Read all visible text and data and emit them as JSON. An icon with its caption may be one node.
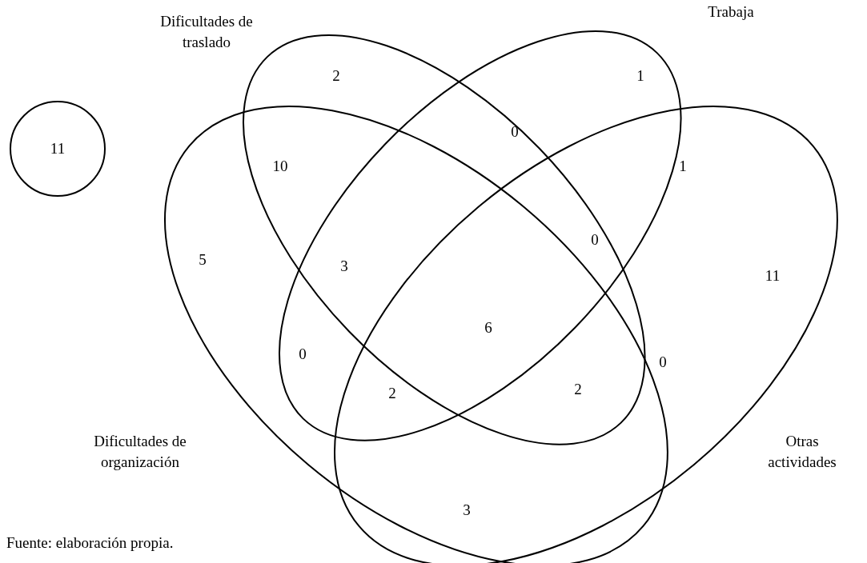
{
  "diagram": {
    "caption": "Fuente: elaboración propia.",
    "nodes": [
      {
        "text": [
          "Dificultades de traslado"
        ]
      },
      {
        "text": [
          "Trabaja"
        ]
      },
      {
        "text": [
          "Dificultades de organización"
        ]
      },
      {
        "text": [
          "Otras actividades"
        ]
      },
      {
        "text": [
          "11"
        ]
      }
    ],
    "edges": [],
    "labels": [
      "2",
      "1",
      "0",
      "10",
      "1",
      "0",
      "5",
      "3",
      "11",
      "6",
      "0",
      "0",
      "2",
      "2",
      "3"
    ]
  }
}
